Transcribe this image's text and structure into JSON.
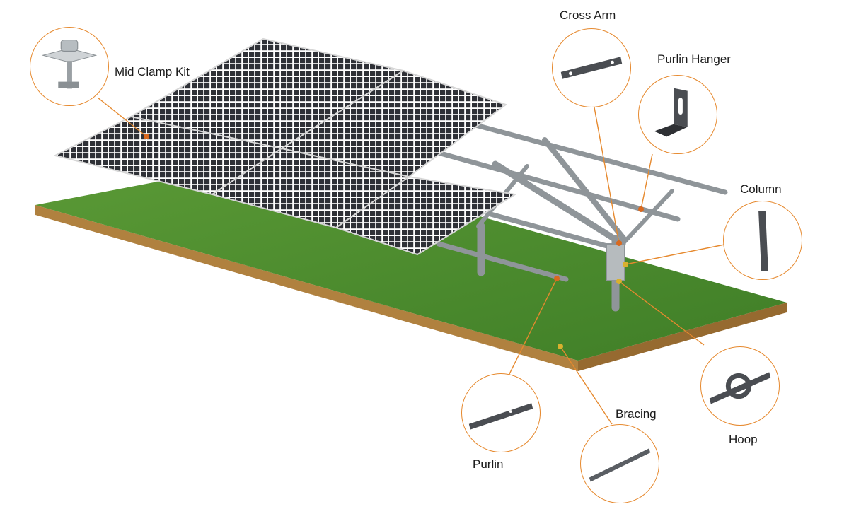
{
  "diagram": {
    "components": [
      {
        "id": "mid-clamp-kit",
        "label": "Mid Clamp Kit"
      },
      {
        "id": "cross-arm",
        "label": "Cross Arm"
      },
      {
        "id": "purlin-hanger",
        "label": "Purlin Hanger"
      },
      {
        "id": "column",
        "label": "Column"
      },
      {
        "id": "hoop",
        "label": "Hoop"
      },
      {
        "id": "bracing",
        "label": "Bracing"
      },
      {
        "id": "purlin",
        "label": "Purlin"
      }
    ],
    "colors": {
      "leader_line": "#e6892e",
      "grass": "#4f8f2f",
      "soil": "#b0813f",
      "panel": "#2e3036",
      "steel": "#8f9599",
      "part": "#4a4d52"
    }
  }
}
